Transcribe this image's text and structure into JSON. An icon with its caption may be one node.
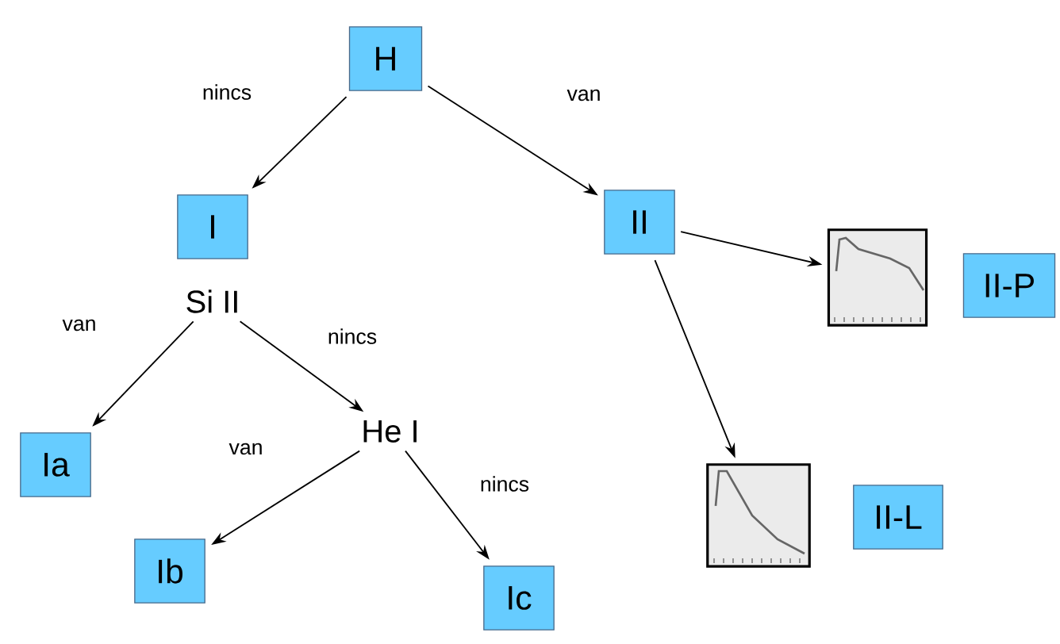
{
  "diagram": {
    "nodes": [
      {
        "text": [
          "H"
        ]
      },
      {
        "text": [
          "I"
        ]
      },
      {
        "text": [
          "Si II"
        ]
      },
      {
        "text": [
          "II"
        ]
      },
      {
        "text": [
          "Ia"
        ]
      },
      {
        "text": [
          "He I"
        ]
      },
      {
        "text": [],
        "shape": "picture"
      },
      {
        "text": [
          "II-P"
        ]
      },
      {
        "text": [
          "Ib"
        ]
      },
      {
        "text": [
          "Ic"
        ]
      },
      {
        "text": [],
        "shape": "picture"
      },
      {
        "text": [
          "II-L"
        ]
      }
    ],
    "edges": [
      {
        "from": 0,
        "to": 1,
        "arrow": "to",
        "label": "nincs"
      },
      {
        "from": 0,
        "to": 3,
        "arrow": "to",
        "label": "van"
      },
      {
        "from": 2,
        "to": 4,
        "arrow": "to",
        "label": "van"
      },
      {
        "from": 2,
        "to": 5,
        "arrow": "to",
        "label": "nincs"
      },
      {
        "from": 5,
        "to": 8,
        "arrow": "to",
        "label": "van"
      },
      {
        "from": 5,
        "to": 9,
        "arrow": "to",
        "label": "nincs"
      },
      {
        "from": 3,
        "to": 6,
        "arrow": "to"
      },
      {
        "from": 3,
        "to": 10,
        "arrow": "to"
      }
    ]
  }
}
